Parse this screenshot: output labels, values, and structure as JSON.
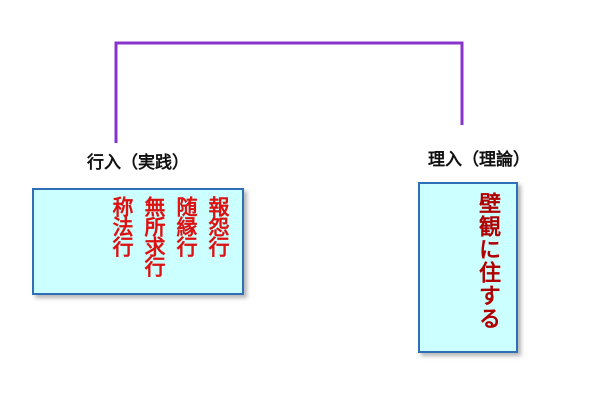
{
  "diagram": {
    "left": {
      "heading": "行入（実践）",
      "columns": [
        "報怨行",
        "随縁行",
        "無所求行",
        "称法行"
      ]
    },
    "right": {
      "heading": "理入（理論）",
      "text": "壁観に住する"
    },
    "colors": {
      "connector": "#8833cc",
      "box_fill": "#ccffff",
      "box_border": "#2e6fb7",
      "left_text": "#dd1111",
      "right_text": "#b00000"
    }
  }
}
